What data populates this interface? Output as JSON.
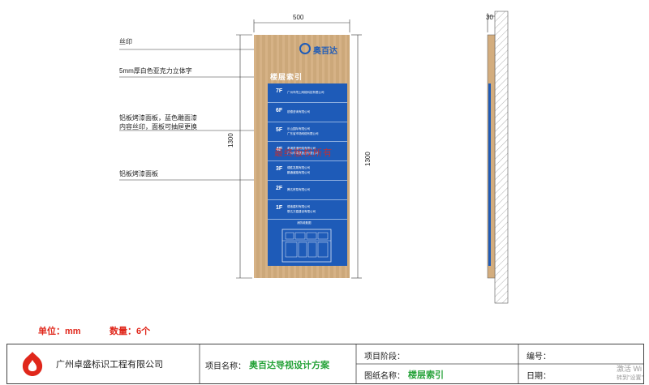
{
  "dimensions": {
    "width_label": "500",
    "height_label_left": "1300",
    "height_label_right": "1300",
    "depth_label": "30"
  },
  "annotations": {
    "silkscreen": "丝印",
    "acrylic": "5mm厚白色亚克力立体字",
    "panel_line1": "铝板烤漆面板，蓝色雕面漆",
    "panel_line2": "内容丝印，面板可抽屉更换",
    "base": "铝板烤漆面板"
  },
  "sign": {
    "logo_text": "奥百达",
    "header": "楼层索引",
    "watermark": "最终版权所有",
    "floors": [
      {
        "floor": "7F",
        "lines": [
          "广州市闯上网络科技有限公司"
        ]
      },
      {
        "floor": "6F",
        "lines": [
          "锐德咨询有限公司"
        ]
      },
      {
        "floor": "5F",
        "lines": [
          "乐山国际有限公司",
          "广东省市场网络有限公司"
        ]
      },
      {
        "floor": "4F",
        "lines": [
          "粤港易通网络有限公司",
          "广州市卓盛投资有限公司"
        ]
      },
      {
        "floor": "3F",
        "lines": [
          "德胜发展有限公司",
          "鹏通道路有限公司"
        ]
      },
      {
        "floor": "2F",
        "lines": [
          "腾达贸易有限公司"
        ]
      },
      {
        "floor": "1F",
        "lines": [
          "德洛建材有限公司",
          "懋达万嘉建设有限公司"
        ]
      }
    ],
    "map_title": "消防疏散图"
  },
  "footer": {
    "unit": "单位：mm",
    "quantity": "数量：6个",
    "company": "广州卓盛标识工程有限公司",
    "project_label": "项目名称：",
    "project_value": "奥百达导视设计方案",
    "stage_label": "项目阶段：",
    "drawing_label": "图纸名称：",
    "drawing_value": "楼层索引",
    "number_label": "编号：",
    "date_label": "日期：",
    "os_watermark1": "激活 Wi",
    "os_watermark2": "转到\"设置\""
  },
  "colors": {
    "panel_blue": "#1e5bb8",
    "wood": "#d3ad7e",
    "accent_green": "#27a33a",
    "accent_red": "#e0271b"
  }
}
